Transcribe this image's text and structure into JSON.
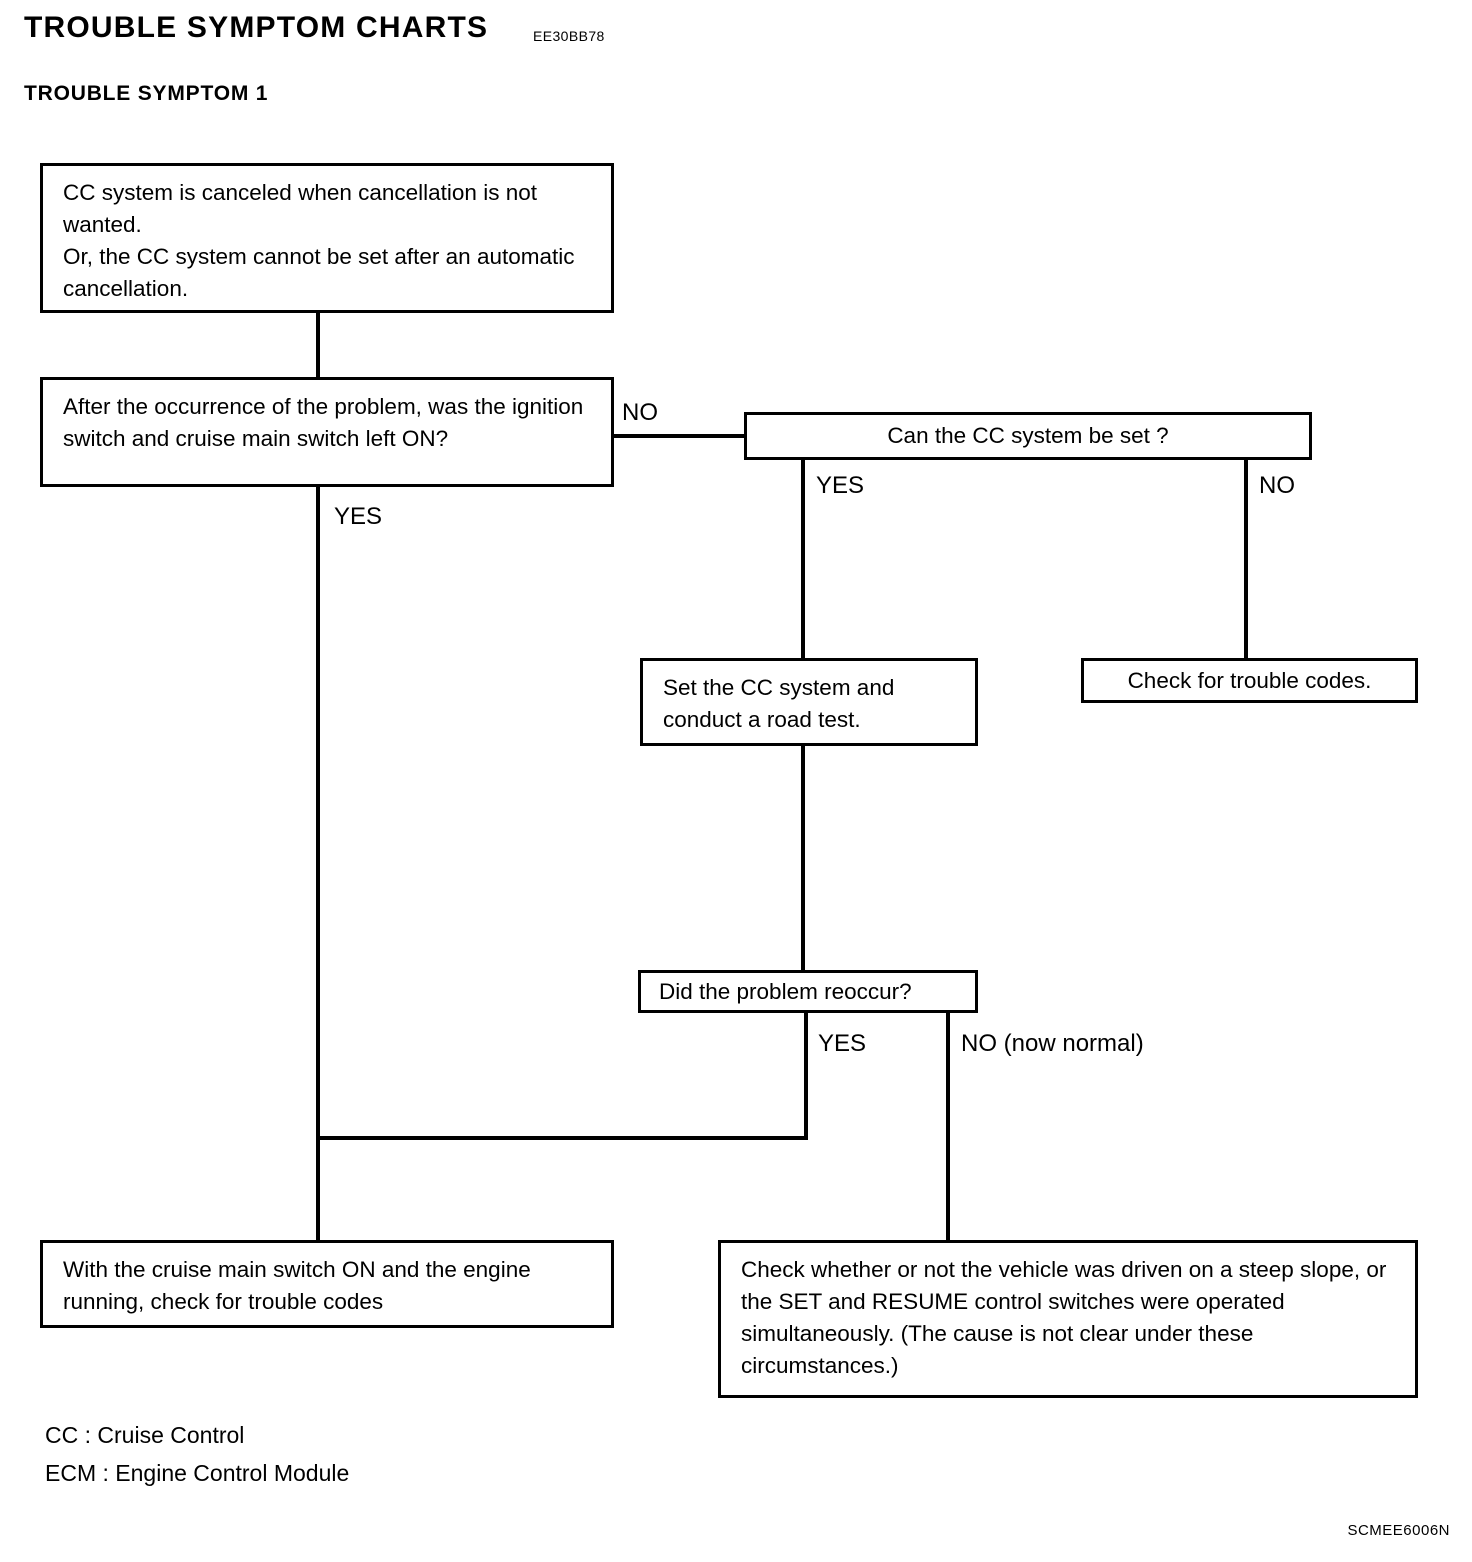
{
  "header": {
    "main_title": "TROUBLE SYMPTOM CHARTS",
    "title_code": "EE30BB78",
    "sub_title": "TROUBLE SYMPTOM 1"
  },
  "flowchart": {
    "type": "flowchart",
    "nodes": [
      {
        "id": "symptom",
        "kind": "statement",
        "text": "CC system is canceled when cancellation is not wanted.\nOr, the CC system cannot be set after an automatic cancellation."
      },
      {
        "id": "q-ignition",
        "kind": "decision",
        "text": "After the occurrence of the problem, was the ignition switch and cruise main switch left ON?"
      },
      {
        "id": "q-can-set",
        "kind": "decision",
        "text": "Can the CC system be set ?"
      },
      {
        "id": "set-road-test",
        "kind": "action",
        "text": "Set the CC system and conduct a road test."
      },
      {
        "id": "check-codes",
        "kind": "action",
        "text": "Check for trouble codes."
      },
      {
        "id": "q-reoccur",
        "kind": "decision",
        "text": "Did the problem reoccur?"
      },
      {
        "id": "cruise-on-check",
        "kind": "action",
        "text": "With the cruise main switch ON and the engine running, check for trouble codes"
      },
      {
        "id": "steep-slope",
        "kind": "action",
        "text": "Check whether or not the vehicle was driven on a steep slope, or the SET and RESUME control switches were operated simultaneously. (The cause is not clear under these circumstances.)"
      }
    ],
    "branch_labels": {
      "ignition_no": "NO",
      "ignition_yes": "YES",
      "can_set_yes": "YES",
      "can_set_no": "NO",
      "reoccur_yes": "YES",
      "reoccur_no": "NO (now normal)"
    }
  },
  "legend": [
    {
      "abbr": "CC",
      "separator": ":",
      "meaning": "Cruise Control"
    },
    {
      "abbr": "ECM",
      "separator": ":",
      "meaning": "Engine Control Module"
    }
  ],
  "footer": {
    "code": "SCMEE6006N"
  }
}
